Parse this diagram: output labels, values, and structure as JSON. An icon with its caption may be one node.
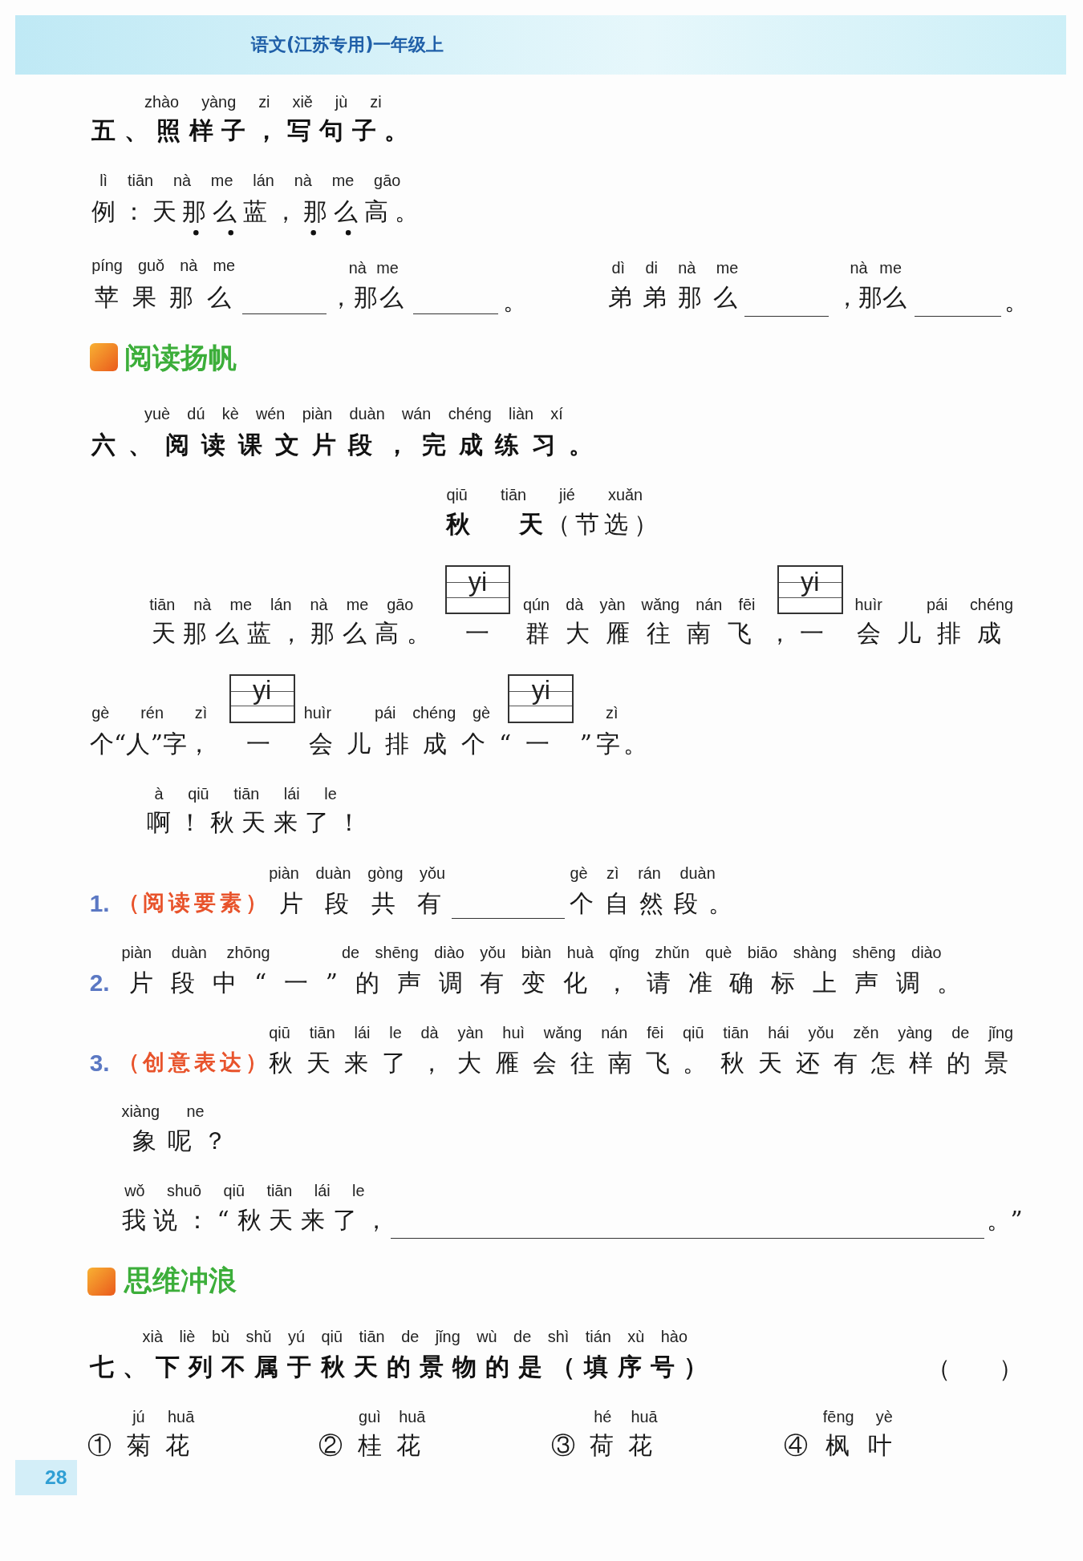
{
  "diagram": {
    "nodes": [
      {
        "text": [
          "yi"
        ]
      },
      {
        "text": [
          "yi"
        ]
      },
      {
        "text": [
          "yi"
        ]
      },
      {
        "text": [
          "yi"
        ]
      }
    ],
    "labels": [
      "语文(江苏专用)一年级上",
      "zhào yàng zi xiě jù zi",
      "五、照样子，写句子。",
      "lì tiān nà me lán nà me gāo",
      "例：天那么蓝，那么高。",
      "píng guǒ nà me",
      "nà me",
      "苹果那么",
      "，那么",
      "。",
      "dì di nà me",
      "nà me",
      "弟弟那么",
      "，那么",
      "。",
      "阅读扬帆",
      "yuè dú kè wén piàn duàn wán chéng liàn xí",
      "六、阅读课文片段，完成练习。",
      "qiū tiān jié xuǎn",
      "秋天",
      "（节选）",
      "tiān nà me lán nà me gāo",
      "天那么蓝，那么高。",
      "一",
      "qún dà yàn wǎng nán fēi",
      "群大雁往南飞，",
      "一",
      "huìr",
      "pái chéng",
      "会儿排成",
      "gè rén zì",
      "个“人”字，",
      "一",
      "huìr",
      "pái chéng gè",
      "会儿排成个“",
      "一",
      "zì",
      "”字。",
      "à qiū tiān lái le",
      "啊！秋天来了！",
      "piàn duàn gòng yǒu",
      "gè zì rán duàn",
      "1.",
      "（阅读要素）",
      "片段共有",
      "个自然段。",
      "piàn duàn zhōng",
      "de shēng diào yǒu biàn huà qǐng zhǔn què biāo shàng shēng diào",
      "2.",
      "片段中“一”的声调有变化，请准确标上声调。",
      "qiū tiān lái le dà yàn huì wǎng nán fēi qiū tiān hái yǒu zěn yàng de jǐng",
      "3.",
      "（创意表达）",
      "秋天来了，大雁会往南飞。秋天还有怎样的景",
      "xiàng ne",
      "象呢？",
      "wǒ shuō qiū tiān lái le",
      "我说：“秋天来了，",
      "。”",
      "思维冲浪",
      "xià liè bù shǔ yú qiū tiān de jǐng wù de shì tián xù hào",
      "七、下列不属于秋天的景物的是（填序号）",
      "（　　）",
      "jú huā",
      "①菊花",
      "guì huā",
      "②桂花",
      "hé huā",
      "③荷花",
      "fēng yè",
      "④枫叶",
      "28"
    ]
  }
}
